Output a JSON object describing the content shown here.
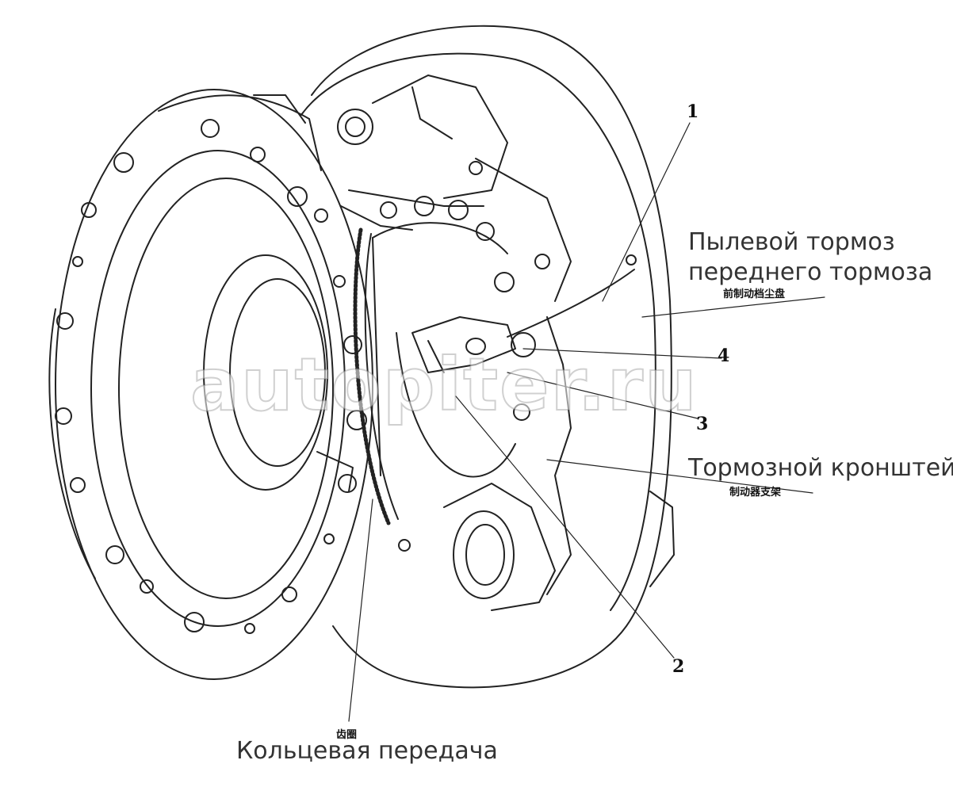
{
  "diagram": {
    "callouts": {
      "n1": "1",
      "n2": "2",
      "n3": "3",
      "n4": "4"
    },
    "labels": {
      "dust_cover_ru_line1": "Пылевой тормоз",
      "dust_cover_ru_line2": "переднего тормоза",
      "dust_cover_cn": "前制动档尘盘",
      "bracket_ru": "Тормозной кронштейн",
      "bracket_cn": "制动器支架",
      "ring_gear_cn": "齿圈",
      "ring_gear_ru": "Кольцевая передача"
    },
    "watermark": "autopiter.ru",
    "colors": {
      "line": "#222222",
      "background": "#ffffff"
    }
  }
}
